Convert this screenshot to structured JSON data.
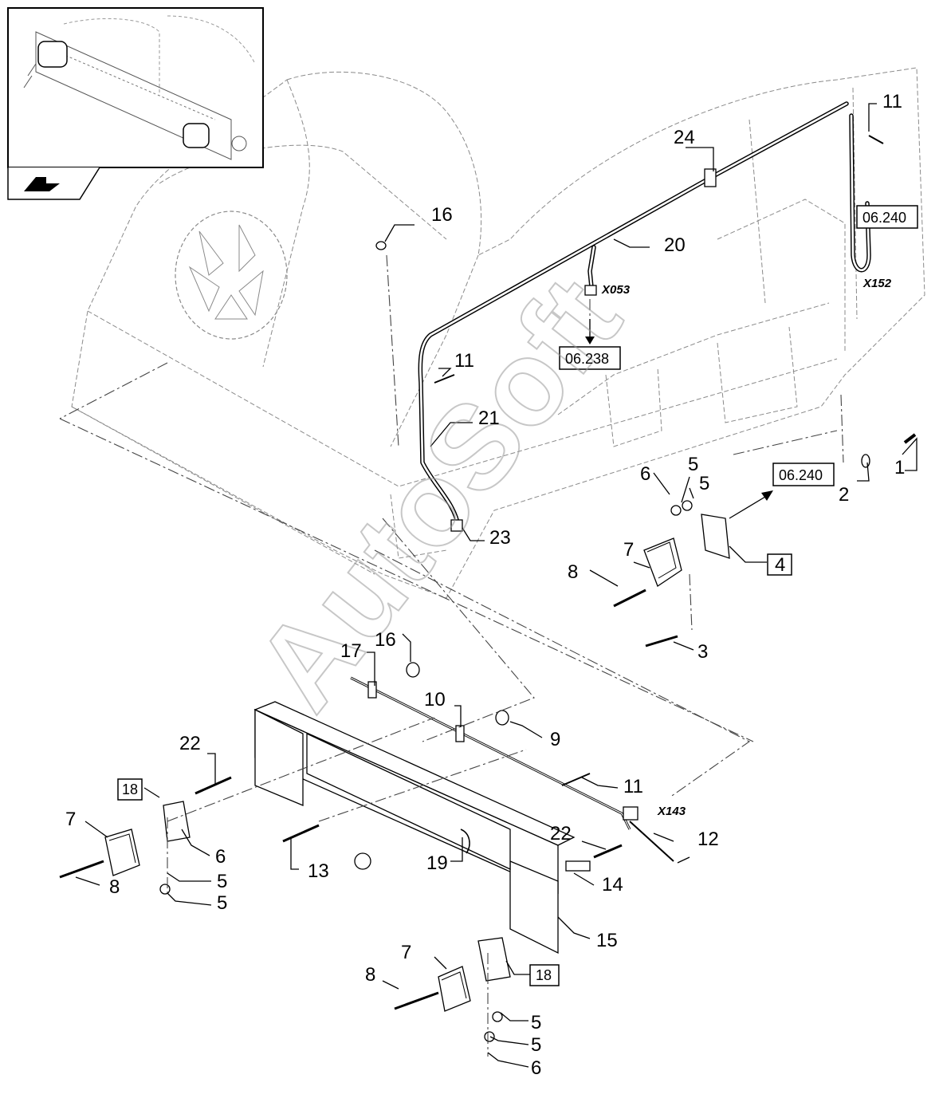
{
  "watermark": "AutoSoft",
  "callouts": {
    "c1": "1",
    "c2": "2",
    "c3": "3",
    "c4": "4",
    "c5a": "5",
    "c5b": "5",
    "c5c": "5",
    "c5d": "5",
    "c5e": "5",
    "c5f": "5",
    "c6a": "6",
    "c6b": "6",
    "c6c": "6",
    "c7a": "7",
    "c7b": "7",
    "c7c": "7",
    "c8a": "8",
    "c8b": "8",
    "c8c": "8",
    "c9": "9",
    "c10": "10",
    "c11a": "11",
    "c11b": "11",
    "c11c": "11",
    "c12": "12",
    "c13": "13",
    "c14": "14",
    "c15": "15",
    "c16a": "16",
    "c16b": "16",
    "c17": "17",
    "c18a": "18",
    "c18b": "18",
    "c19": "19",
    "c20": "20",
    "c21": "21",
    "c22a": "22",
    "c22b": "22",
    "c23": "23",
    "c24": "24"
  },
  "connectors": {
    "x053": "X053",
    "x152": "X152",
    "x143": "X143"
  },
  "page_refs": {
    "ref_06238": "06.238",
    "ref_06240_top": "06.240",
    "ref_06240_mid": "06.240"
  }
}
